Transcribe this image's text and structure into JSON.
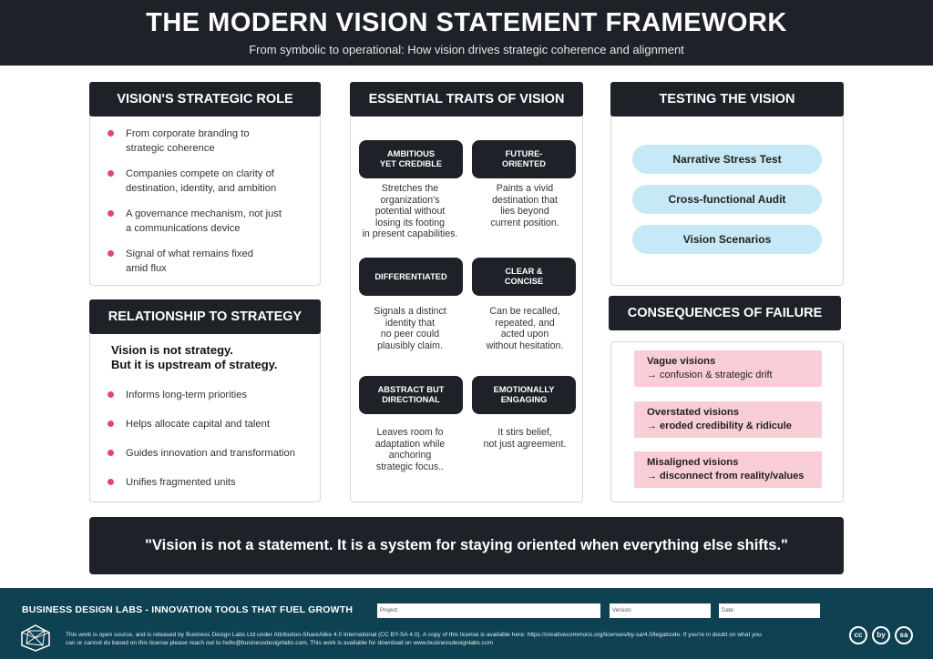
{
  "header": {
    "title": "THE MODERN VISION STATEMENT FRAMEWORK",
    "subtitle": "From symbolic to operational: How vision drives strategic coherence and alignment"
  },
  "strategic_role": {
    "title": "VISION'S STRATEGIC ROLE",
    "items": [
      {
        "l1": "From corporate branding to",
        "l2": "strategic coherence"
      },
      {
        "l1": "Companies compete on clarity of",
        "l2": "destination, identity, and ambition"
      },
      {
        "l1": "A governance mechanism, not just",
        "l2": "a communications device"
      },
      {
        "l1": "Signal of what remains fixed",
        "l2": "amid flux"
      }
    ]
  },
  "relationship": {
    "title": "RELATIONSHIP TO STRATEGY",
    "headline_1": "Vision is not strategy.",
    "headline_2": "But it is upstream of strategy.",
    "items": [
      "Informs long-term priorities",
      "Helps allocate capital and talent",
      "Guides innovation and transformation",
      "Unifies fragmented units"
    ]
  },
  "traits": {
    "title": "ESSENTIAL TRAITS OF VISION",
    "items": [
      {
        "name_1": "AMBITIOUS",
        "name_2": "YET CREDIBLE",
        "desc": [
          "Stretches the",
          "organization's",
          "potential without",
          "losing its footing",
          "in present capabilities."
        ]
      },
      {
        "name_1": "FUTURE-",
        "name_2": "ORIENTED",
        "desc": [
          "Paints a vivid",
          "destination that",
          "lies beyond",
          "current position."
        ]
      },
      {
        "name_1": "DIFFERENTIATED",
        "name_2": "",
        "desc": [
          "Signals a distinct",
          "identity that",
          "no peer could",
          "plausibly claim."
        ]
      },
      {
        "name_1": "CLEAR &",
        "name_2": "CONCISE",
        "desc": [
          "Can be recalled,",
          "repeated, and",
          "acted upon",
          "without hesitation."
        ]
      },
      {
        "name_1": "ABSTRACT BUT",
        "name_2": "DIRECTIONAL",
        "desc": [
          "Leaves room fo",
          "adaptation while",
          "anchoring",
          "strategic focus.."
        ]
      },
      {
        "name_1": "EMOTIONALLY",
        "name_2": "ENGAGING",
        "desc": [
          "It stirs belief,",
          "not just agreement."
        ]
      }
    ]
  },
  "testing": {
    "title": "TESTING THE VISION",
    "items": [
      "Narrative Stress Test",
      "Cross-functional Audit",
      "Vision Scenarios"
    ]
  },
  "failure": {
    "title": "CONSEQUENCES OF FAILURE",
    "items": [
      {
        "title": "Vague visions",
        "desc": "→ confusion & strategic drift"
      },
      {
        "title": "Overstated visions",
        "desc": "→ eroded credibility & ridicule"
      },
      {
        "title": "Misaligned visions",
        "desc": "→ disconnect from reality/values"
      }
    ]
  },
  "quote": "\"Vision is not a statement. It is a system for staying oriented when everything else shifts.\"",
  "footer": {
    "brand": "BUSINESS DESIGN LABS - INNOVATION TOOLS THAT FUEL GROWTH",
    "project_label": "Project:",
    "version_label": "Version:",
    "date_label": "Date:",
    "license_1": "This work is open source, and is released by Business Design Labs Ltd under Attribution-ShareAlike 4.0 International (CC BY-SA 4.0). A copy of this license is available here: https://creativecommons.org/licenses/by-sa/4.0/legalcode. If you're in doubt on what you",
    "license_2": "can or cannot do based on this license please reach out to hello@businessdesignlabs.com. This work is available for download on www.businessdesignlabs.com",
    "cc_badges": [
      "cc",
      "by",
      "sa"
    ]
  }
}
